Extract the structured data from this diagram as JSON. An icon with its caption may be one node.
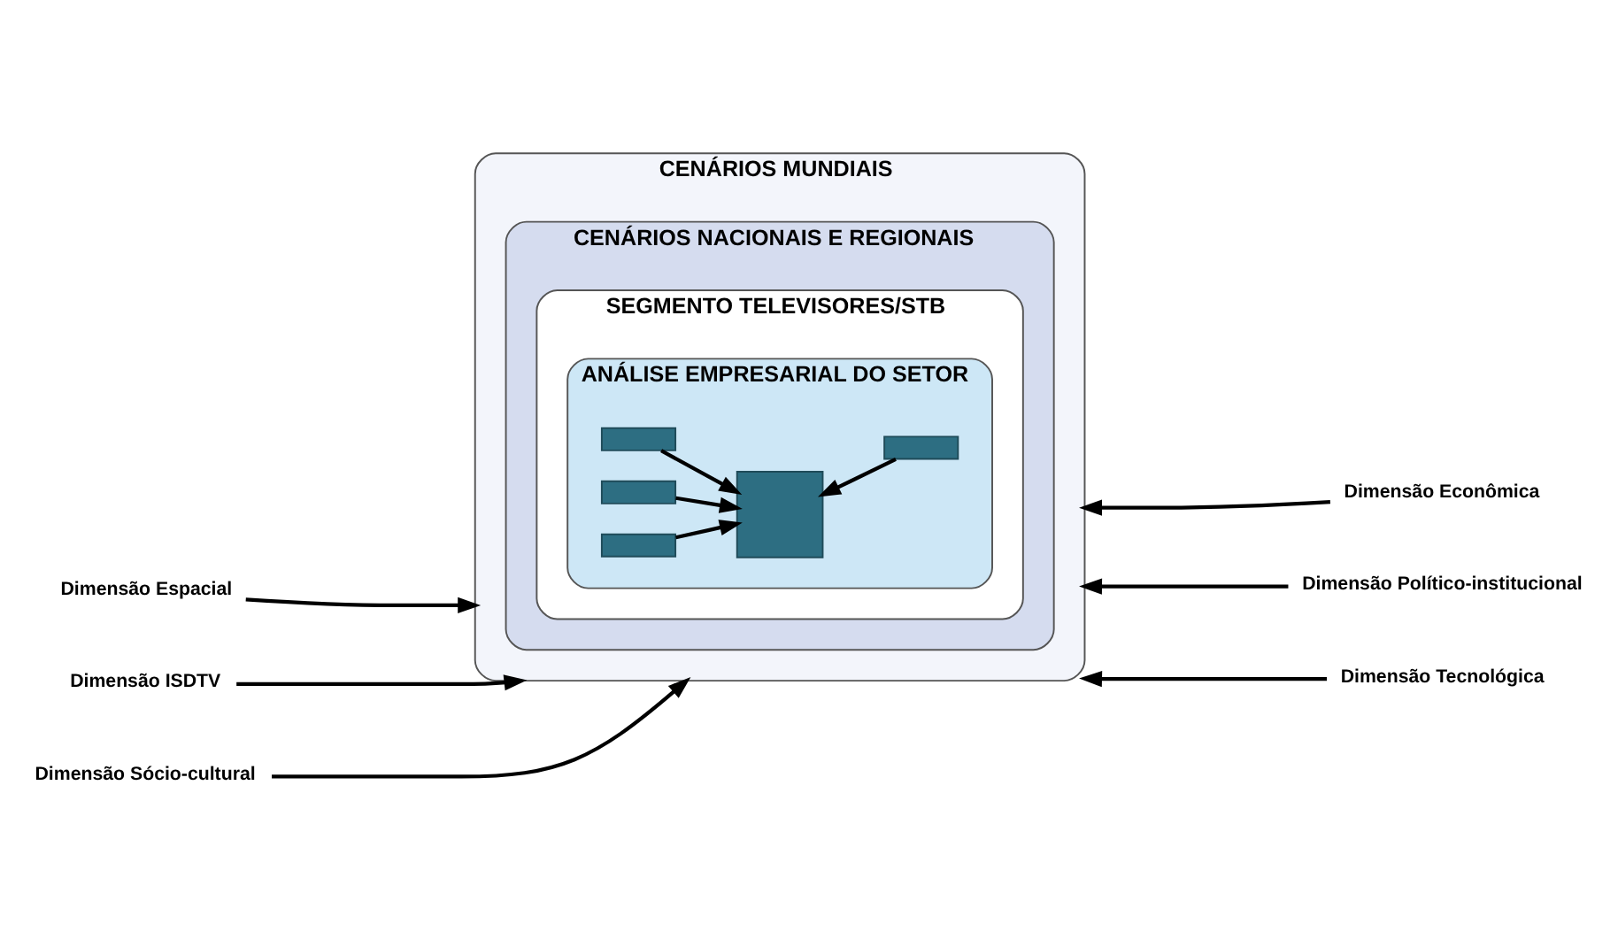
{
  "diagram": {
    "nodes": [
      {
        "text": [
          "CENÁRIOS MUNDIAIS"
        ]
      },
      {
        "text": [
          "CENÁRIOS NACIONAIS E REGIONAIS"
        ],
        "in": 0
      },
      {
        "text": [
          "SEGMENTO TELEVISORES/STB"
        ],
        "in": 1
      },
      {
        "text": [
          "ANÁLISE EMPRESARIAL DO SETOR"
        ],
        "in": 2
      },
      {
        "text": [],
        "shape": "box",
        "in": 3
      },
      {
        "text": [],
        "shape": "box",
        "in": 3
      },
      {
        "text": [],
        "shape": "box",
        "in": 3
      },
      {
        "text": [],
        "shape": "box",
        "in": 3
      },
      {
        "text": [],
        "shape": "box",
        "in": 3
      },
      {
        "text": [
          "Dimensão Espacial"
        ]
      },
      {
        "text": [
          "Dimensão Econômica"
        ]
      },
      {
        "text": [
          "Dimensão Político-institucional"
        ]
      },
      {
        "text": [
          "Dimensão ISDTV"
        ]
      },
      {
        "text": [
          "Dimensão Sócio-cultural"
        ]
      },
      {
        "text": [
          "Dimensão Tecnológica"
        ]
      }
    ],
    "edges": [
      {
        "from": 4,
        "to": 6,
        "arrow": "to"
      },
      {
        "from": 5,
        "to": 6,
        "arrow": "to"
      },
      {
        "from": 7,
        "to": 6,
        "arrow": "to"
      },
      {
        "from": 8,
        "to": 6,
        "arrow": "to"
      },
      {
        "from": 9,
        "to": 0,
        "arrow": "to"
      },
      {
        "from": 10,
        "to": 0,
        "arrow": "to"
      },
      {
        "from": 11,
        "to": 0,
        "arrow": "to"
      },
      {
        "from": 12,
        "to": 0,
        "arrow": "to"
      },
      {
        "from": 13,
        "to": 0,
        "arrow": "to"
      },
      {
        "from": 14,
        "to": 0,
        "arrow": "to"
      }
    ]
  }
}
